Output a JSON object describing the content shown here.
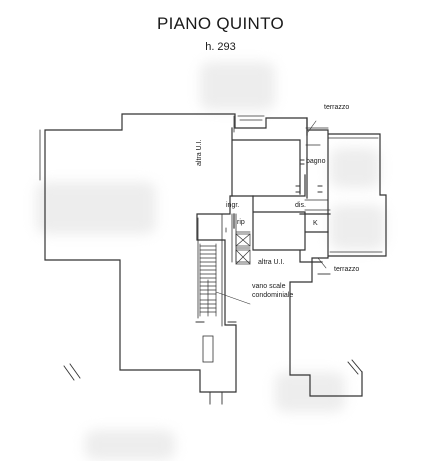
{
  "title": "PIANO QUINTO",
  "height_note": "h. 293",
  "rooms": {
    "terrazzo_top": "terrazzo",
    "altra_ui_left": "altra U.I.",
    "bagno": "bagno",
    "ingr": "ingr.",
    "dis": "dis.",
    "rip": "rip",
    "k": "K",
    "altra_ui_bottom": "altra U.I.",
    "terrazzo_bottom": "terrazzo",
    "vano_scale_1": "vano scale",
    "vano_scale_2": "condominiale"
  },
  "colors": {
    "wall": "#333333",
    "background": "#ffffff",
    "blur": "#ededed"
  }
}
